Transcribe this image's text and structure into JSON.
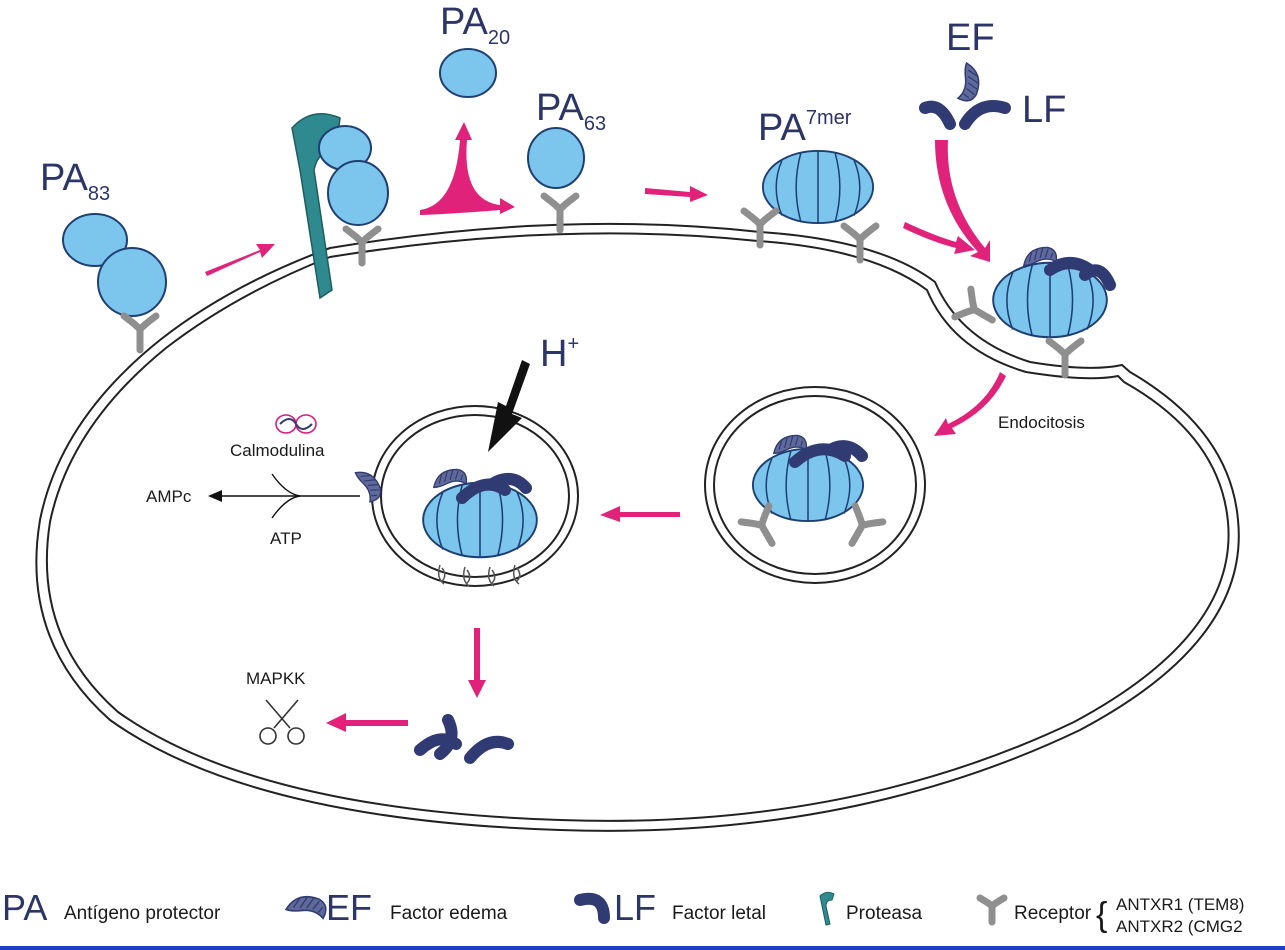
{
  "labels": {
    "pa83": {
      "main": "PA",
      "sub": "83"
    },
    "pa20": {
      "main": "PA",
      "sub": "20"
    },
    "pa63": {
      "main": "PA",
      "sub": "63"
    },
    "pa7mer": {
      "main": "PA",
      "sup": "7mer"
    },
    "ef": "EF",
    "lf": "LF",
    "h_plus": {
      "main": "H",
      "sup": "+"
    },
    "endocitosis": "Endocitosis",
    "calmodulina": "Calmodulina",
    "ampc": "AMPc",
    "atp": "ATP",
    "mapkk": "MAPKK"
  },
  "legend": {
    "pa": {
      "symbol": "PA",
      "text": "Antígeno protector"
    },
    "ef": {
      "symbol": "EF",
      "text": "Factor edema"
    },
    "lf": {
      "symbol": "LF",
      "text": "Factor letal"
    },
    "protease": {
      "text": "Proteasa"
    },
    "receptor": {
      "text": "Receptor",
      "types": [
        "ANTXR1 (TEM8)",
        "ANTXR2 (CMG2"
      ]
    }
  },
  "colors": {
    "pa_fill": "#7cc6ee",
    "outline": "#1f3f73",
    "arrow": "#e0227a",
    "lf": "#2f3b72",
    "ef": "#606a9a",
    "receptor": "#8f8f8f",
    "protease": "#2f8a8f",
    "text": "#2c3568",
    "bottom_bar": "#1f3fc4"
  }
}
